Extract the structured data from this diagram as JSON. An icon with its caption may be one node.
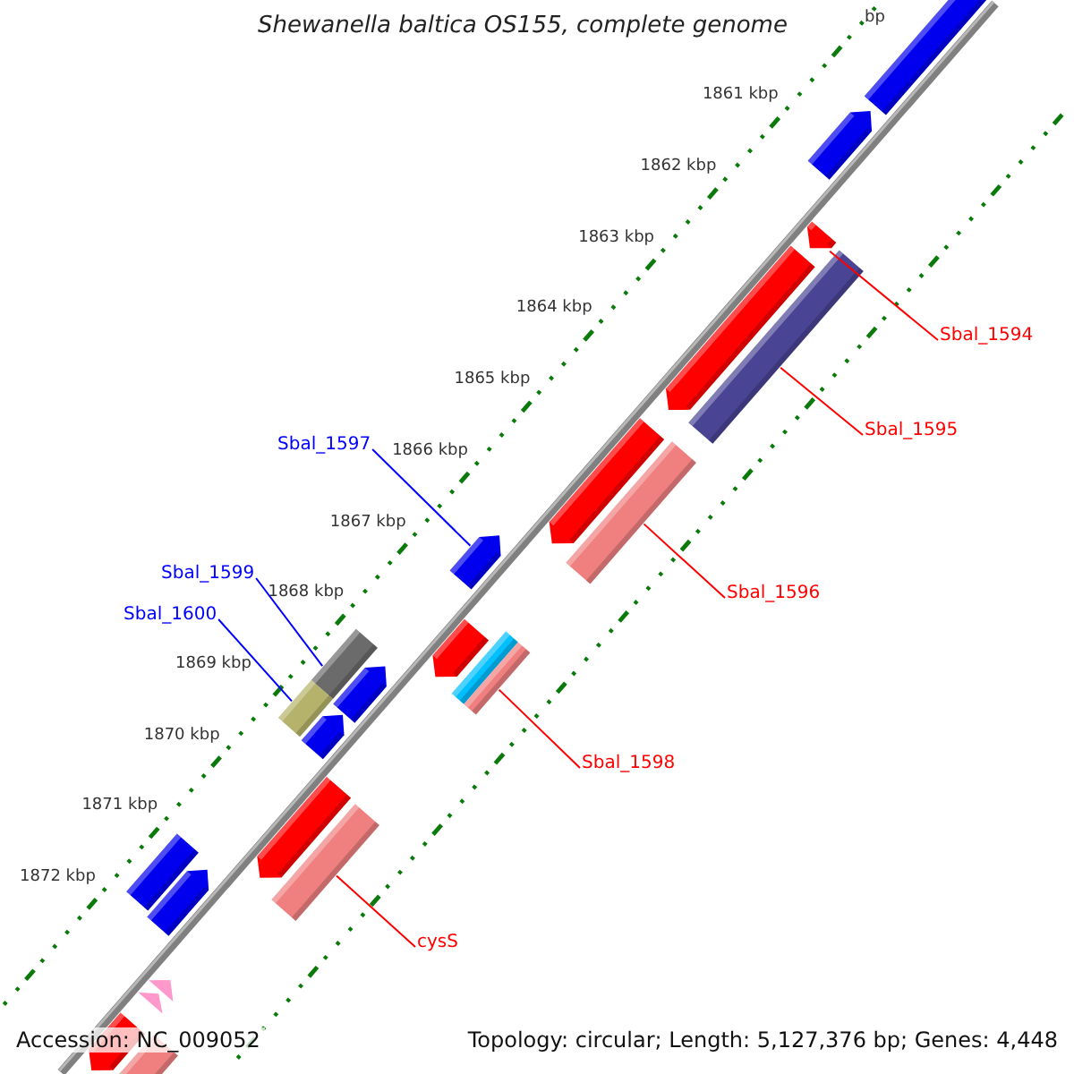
{
  "diagram": {
    "title": "Shewanella baltica OS155, complete genome",
    "nodes": [
      {
        "text": [
          "Sbal_1594"
        ]
      },
      {
        "text": [
          "Sbal_1595"
        ]
      },
      {
        "text": [
          "Sbal_1597"
        ]
      },
      {
        "text": [
          "Sbal_1596"
        ]
      },
      {
        "text": [
          "Sbal_1599"
        ]
      },
      {
        "text": [
          "Sbal_1600"
        ]
      },
      {
        "text": [
          "Sbal_1598"
        ]
      },
      {
        "text": [
          "cysS"
        ]
      },
      {
        "text": [],
        "shape": "bar"
      },
      {
        "text": [],
        "shape": "arrow"
      },
      {
        "text": [],
        "shape": "arrow"
      },
      {
        "text": [],
        "shape": "arrow"
      },
      {
        "text": [],
        "shape": "bar"
      },
      {
        "text": [],
        "shape": "arrow"
      },
      {
        "text": [],
        "shape": "bar"
      },
      {
        "text": [],
        "shape": "arrow"
      },
      {
        "text": [],
        "shape": "arrow"
      },
      {
        "text": [],
        "shape": "bar"
      },
      {
        "text": [],
        "shape": "bar"
      },
      {
        "text": [],
        "shape": "bar"
      },
      {
        "text": [],
        "shape": "bar"
      },
      {
        "text": [],
        "shape": "arrow"
      },
      {
        "text": [],
        "shape": "arrow"
      },
      {
        "text": [],
        "shape": "arrow"
      },
      {
        "text": [],
        "shape": "bar"
      },
      {
        "text": [],
        "shape": "bar"
      },
      {
        "text": [],
        "shape": "arrow"
      },
      {
        "text": [],
        "shape": "arrow"
      },
      {
        "text": [],
        "shape": "arrow"
      },
      {
        "text": [],
        "shape": "arrow"
      },
      {
        "text": [],
        "shape": "bar"
      },
      {
        "text": [],
        "shape": "bar"
      }
    ],
    "edges": [
      {
        "from": 0,
        "to": 10,
        "arrow": "none"
      },
      {
        "from": 1,
        "to": 12,
        "arrow": "none"
      },
      {
        "from": 2,
        "to": 15,
        "arrow": "none",
        "color": "#0000ff"
      },
      {
        "from": 3,
        "to": 14,
        "arrow": "none"
      },
      {
        "from": 4,
        "to": 19,
        "arrow": "none",
        "color": "#0000ff"
      },
      {
        "from": 5,
        "to": 20,
        "arrow": "none",
        "color": "#0000ff"
      },
      {
        "from": 6,
        "to": 18,
        "arrow": "none"
      },
      {
        "from": 7,
        "to": 24,
        "arrow": "none"
      }
    ],
    "labels": [
      "bp",
      "1861 kbp",
      "1862 kbp",
      "1863 kbp",
      "1864 kbp",
      "1865 kbp",
      "1866 kbp",
      "1867 kbp",
      "1868 kbp",
      "1869 kbp",
      "1870 kbp",
      "1871 kbp",
      "1872 kbp",
      "Accession: NC_009052",
      "Topology: circular; Length: 5,127,376 bp; Genes: 4,448"
    ]
  }
}
